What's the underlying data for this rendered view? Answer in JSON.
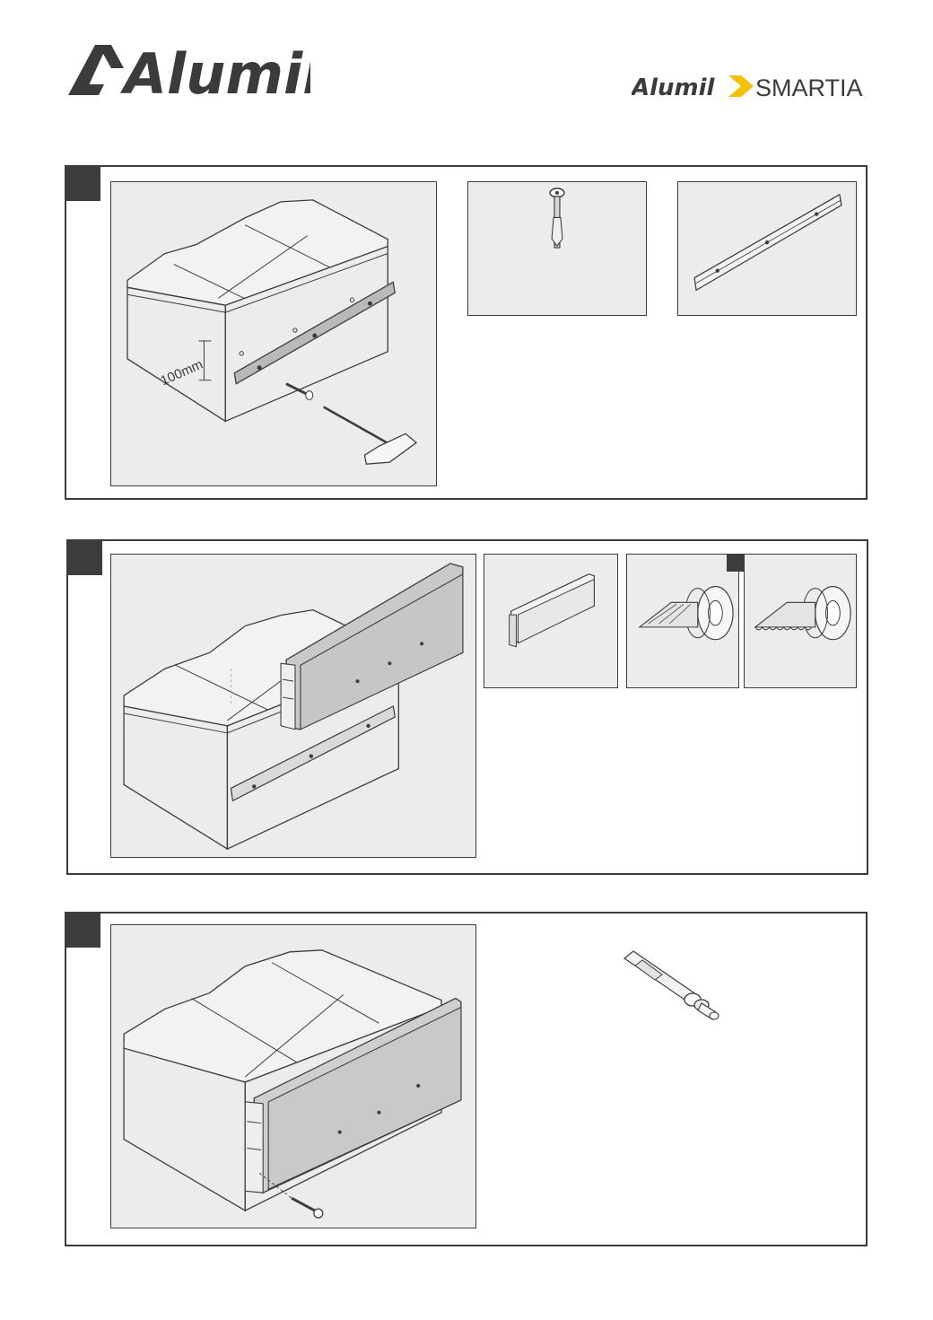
{
  "header": {
    "brand_logo": "Alumil",
    "partner_logo_brand": "Alumil",
    "partner_logo_product": "SMARTIA"
  },
  "steps": [
    {
      "id": 1,
      "main_illustration": {
        "dimension_label": "100mm"
      },
      "parts": [
        "anchor-bolt-icon",
        "base-profile-icon"
      ]
    },
    {
      "id": 2,
      "parts": [
        "glass-profile-icon",
        "rubber-gasket-smooth-icon",
        "rubber-gasket-ribbed-icon"
      ]
    },
    {
      "id": 3,
      "parts": [
        "expansion-anchor-icon"
      ]
    }
  ],
  "colors": {
    "frame": "#3b3c3e",
    "panel_bg": "#ececec",
    "accent": "#f2c200",
    "profile": "#c8c8c8"
  }
}
